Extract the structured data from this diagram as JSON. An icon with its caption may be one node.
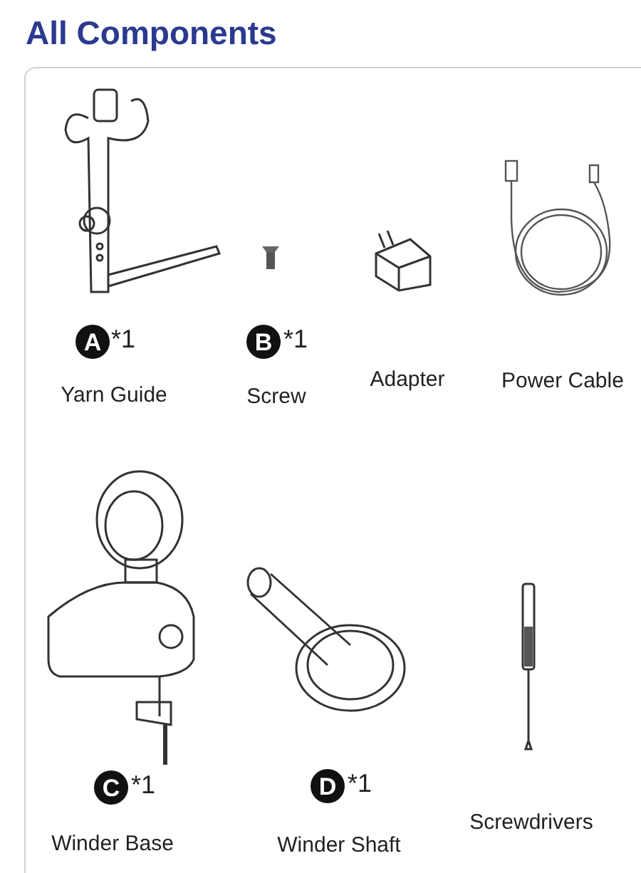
{
  "diagram": {
    "title": "All Components",
    "labels": [
      "A",
      "*1",
      "B",
      "*1",
      "Yarn Guide",
      "Screw",
      "Adapter",
      "Power Cable",
      "C",
      "*1",
      "D",
      "*1",
      "Winder Base",
      "Winder Shaft",
      "Screwdrivers"
    ]
  }
}
